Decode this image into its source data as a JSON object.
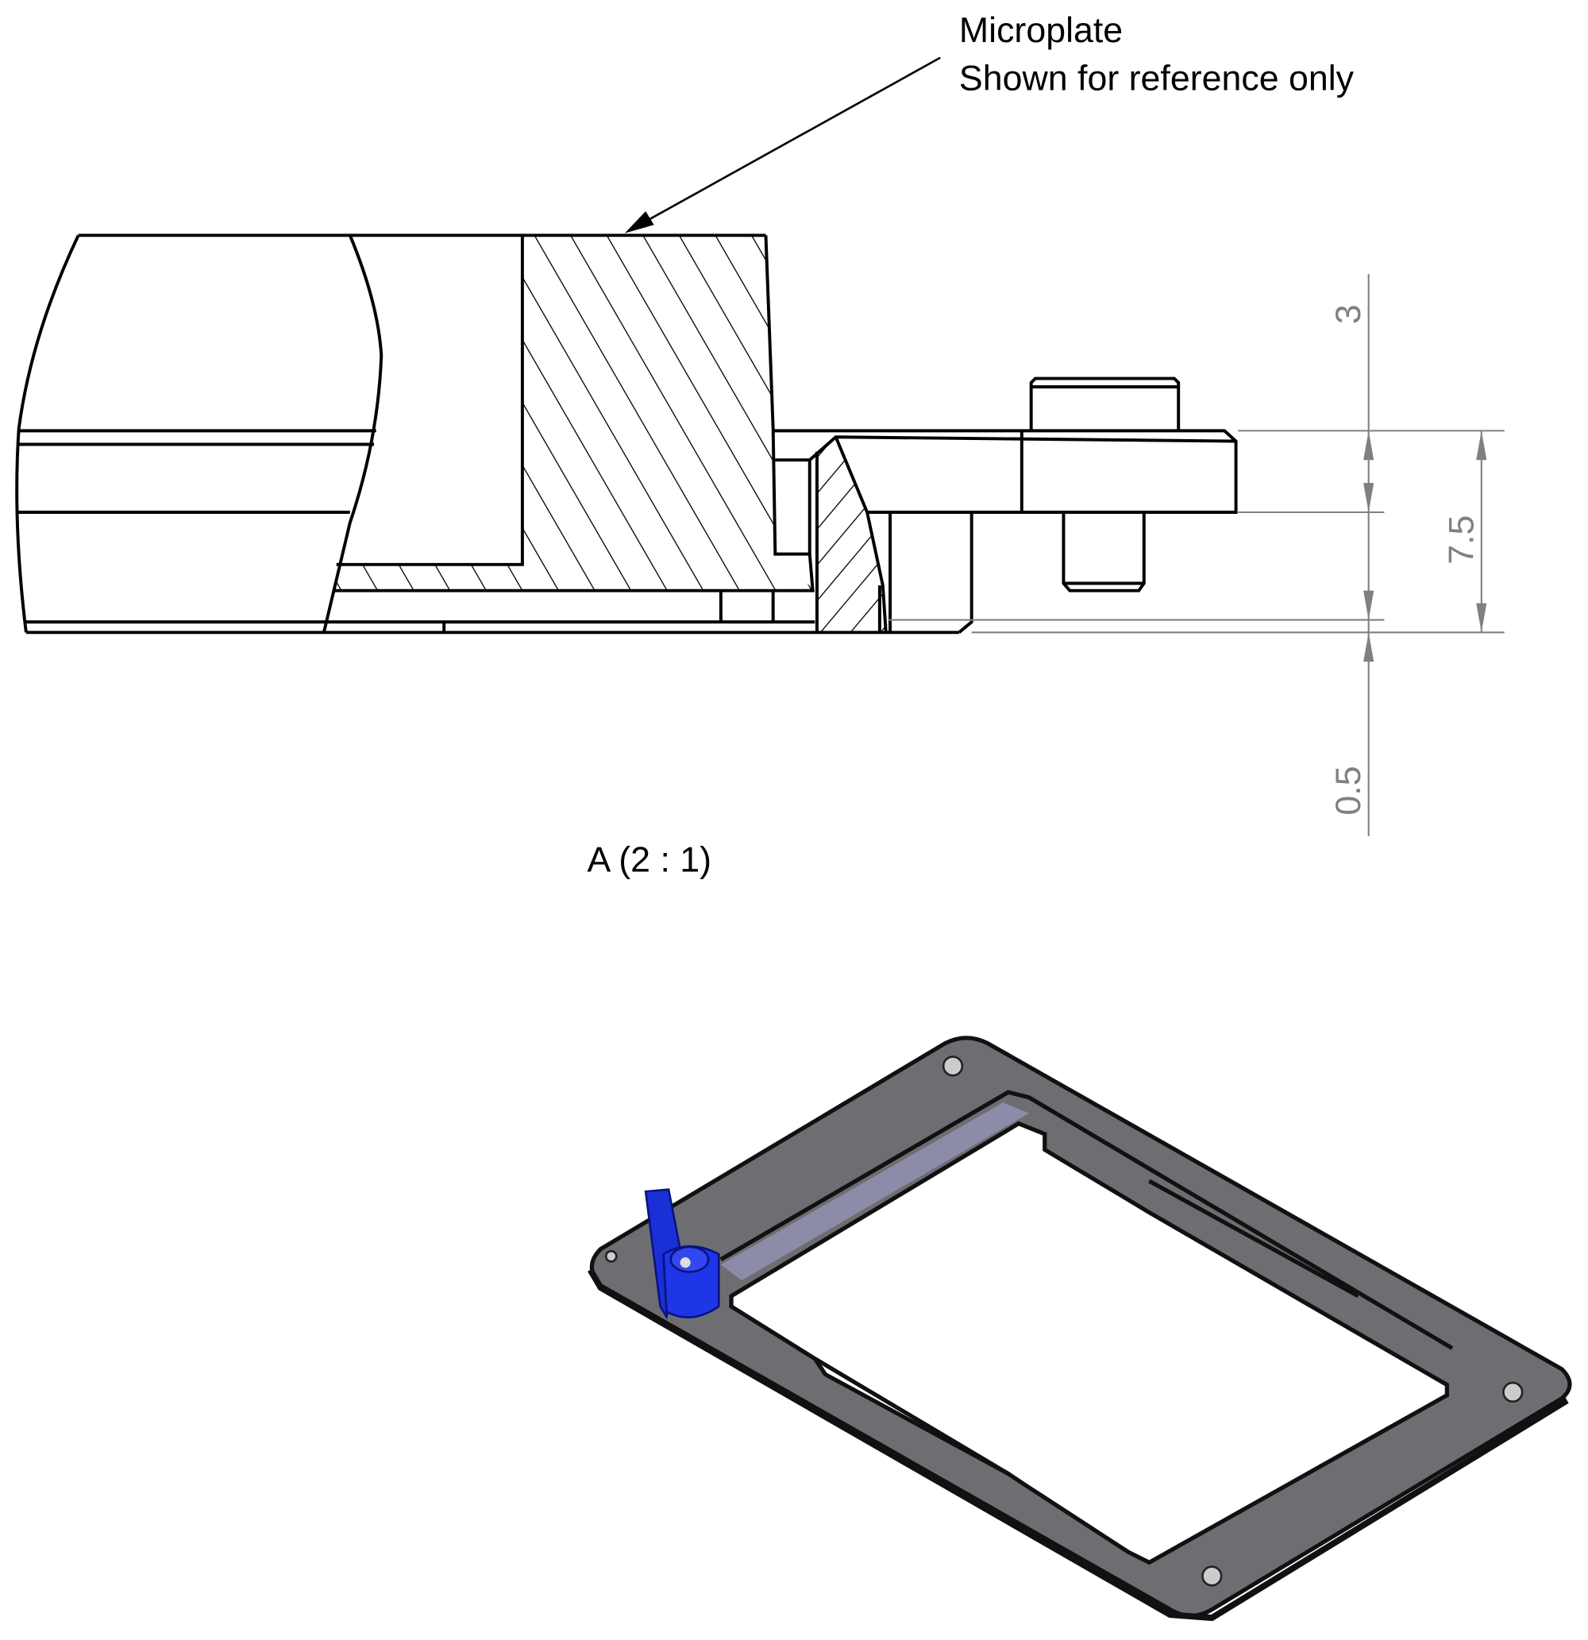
{
  "callout": {
    "line1": "Microplate",
    "line2": "Shown for reference only"
  },
  "dimensions": {
    "upper": "3",
    "overall": "7.5",
    "lower": "0.5"
  },
  "view_label": "A  (2 : 1)",
  "colors": {
    "outline": "#000000",
    "dimension": "#808080",
    "frame": "#6e6e72",
    "lever": "#1a2fd6"
  }
}
